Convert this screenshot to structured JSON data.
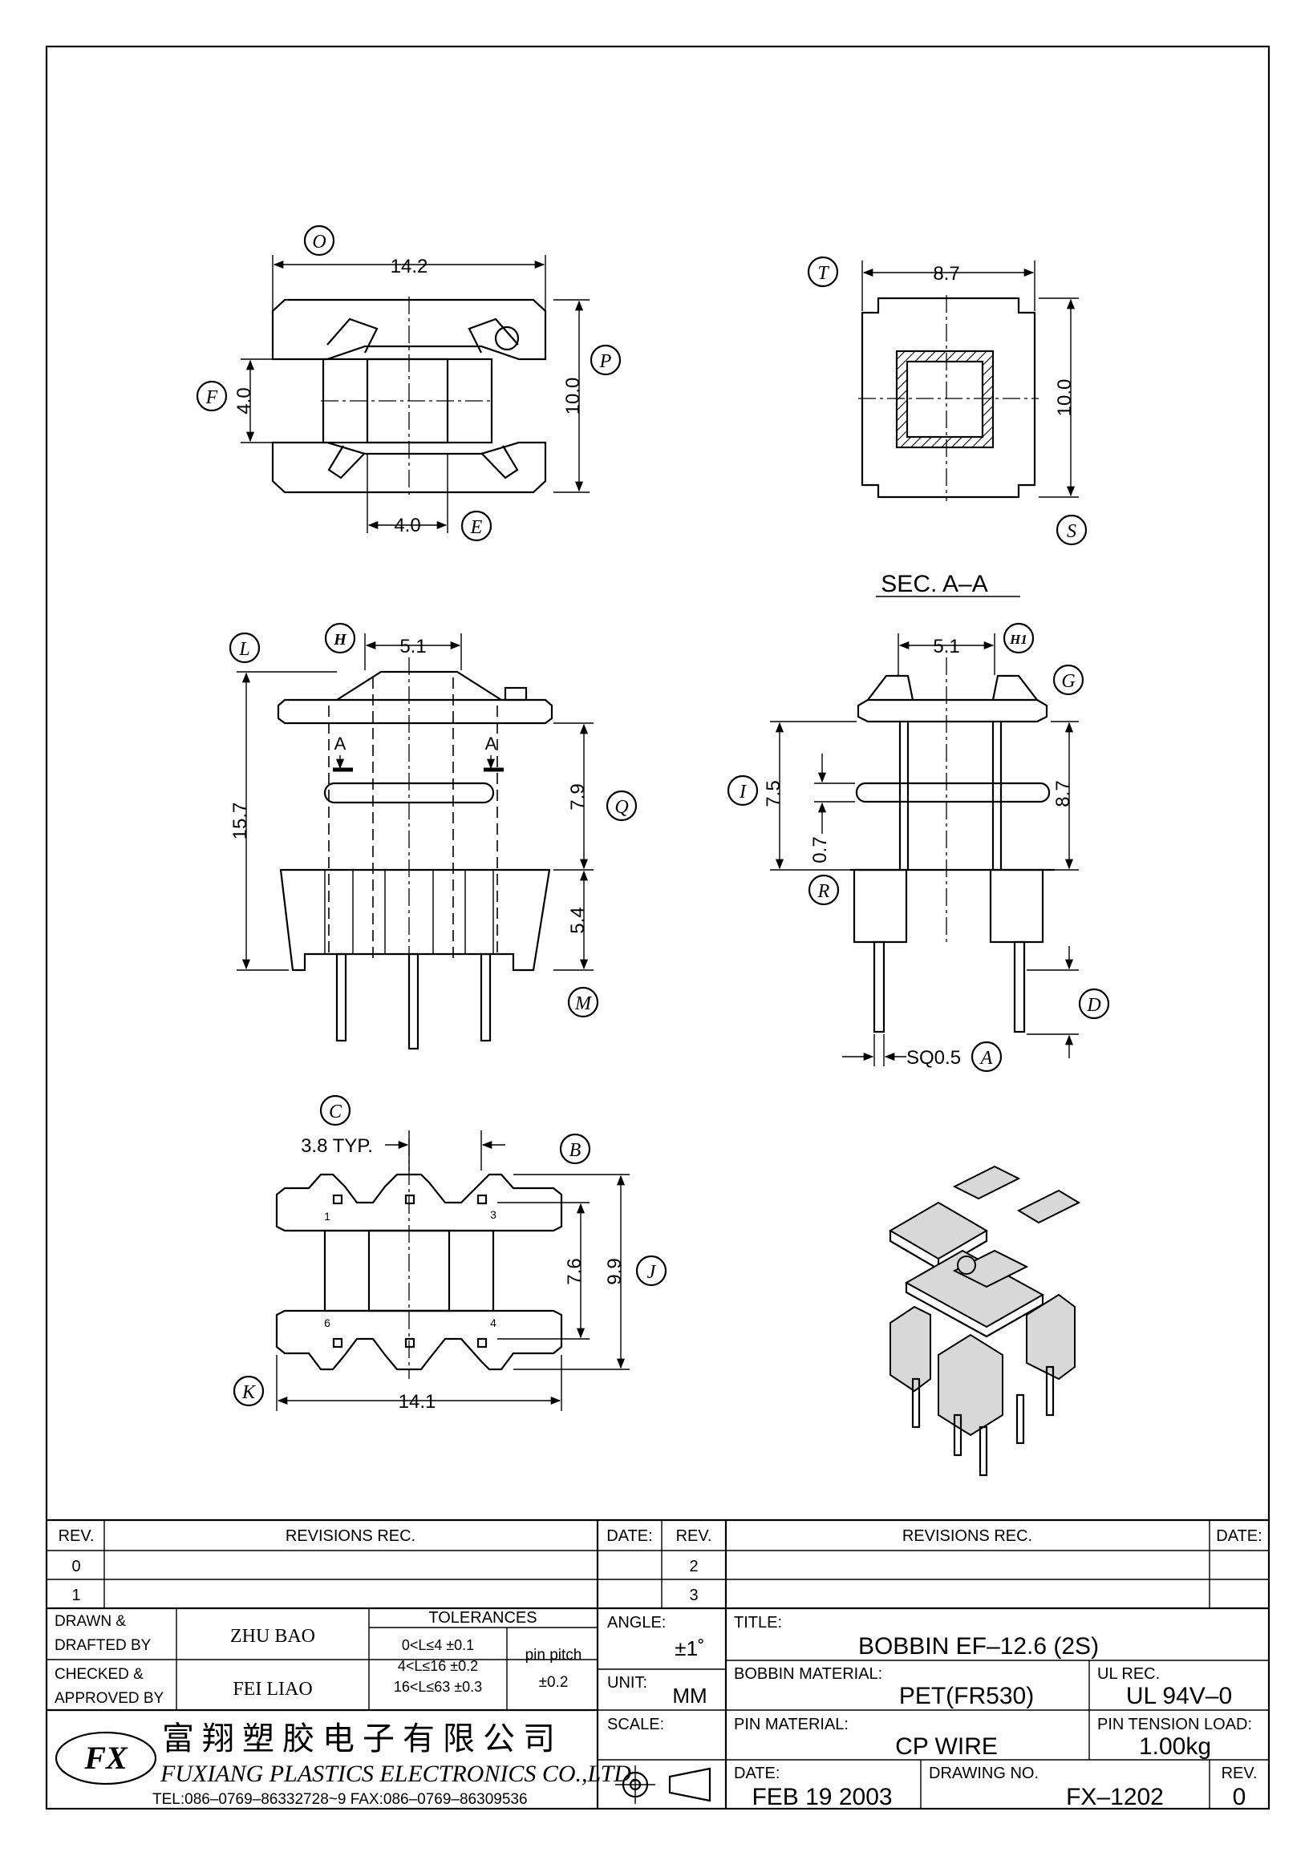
{
  "drawing": {
    "top_view": {
      "callouts": {
        "O": "O",
        "F": "F",
        "P": "P",
        "E": "E"
      },
      "dims": {
        "width": "14.2",
        "height": "10.0",
        "left_gap": "4.0",
        "bottom_gap": "4.0"
      }
    },
    "bottom_view_top_right": {
      "callouts": {
        "T": "T",
        "S": "S"
      },
      "dims": {
        "width": "8.7",
        "height": "10.0"
      }
    },
    "section_title": "SEC. A–A",
    "front_view": {
      "callouts": {
        "L": "L",
        "H": "H",
        "Q": "Q",
        "M": "M"
      },
      "dims": {
        "top": "5.1",
        "total_height": "15.7",
        "middle": "7.9",
        "lower": "5.4"
      },
      "section_marks": [
        "A",
        "A"
      ]
    },
    "section_view": {
      "callouts": {
        "H1": "H1",
        "G": "G",
        "I": "I",
        "R": "R",
        "D": "D",
        "A": "A"
      },
      "dims": {
        "top": "5.1",
        "left": "7.5",
        "thin": "0.7",
        "right": "8.7",
        "pin": "SQ0.5"
      }
    },
    "base_view": {
      "callouts": {
        "C": "C",
        "B": "B",
        "J": "J",
        "K": "K"
      },
      "dims": {
        "pitch": "3.8 TYP.",
        "inner": "7.6",
        "outer": "9.9",
        "width": "14.1"
      },
      "pin_numbers": [
        "1",
        "3",
        "6",
        "4"
      ]
    }
  },
  "title_block": {
    "revisions": {
      "headers": {
        "rev": "REV.",
        "rec": "REVISIONS   REC.",
        "date": "DATE:"
      },
      "left_rows": [
        "0",
        "1"
      ],
      "right_rows": [
        "2",
        "3"
      ]
    },
    "drawn_label": "DRAWN &\nDRAFTED BY",
    "drawn_by": "ZHU  BAO",
    "checked_label": "CHECKED &\nAPPROVED BY",
    "checked_by": "FEI LIAO",
    "tolerances": {
      "title": "TOLERANCES",
      "rows": [
        "0<L≤4   ±0.1",
        "4<L≤16  ±0.2",
        "16<L≤63  ±0.3"
      ],
      "pin_pitch_label": "pin  pitch",
      "pin_pitch_value": "±0.2"
    },
    "angle_label": "ANGLE:",
    "angle_value": "±1˚",
    "unit_label": "UNIT:",
    "unit_value": "MM",
    "scale_label": "SCALE:",
    "title_label": "TITLE:",
    "title_value": "BOBBIN  EF–12.6  (2S)",
    "bobbin_material_label": "BOBBIN  MATERIAL:",
    "bobbin_material_value": "PET(FR530)",
    "ul_rec_label": "UL  REC.",
    "ul_rec_value": "UL  94V–0",
    "pin_material_label": "PIN  MATERIAL:",
    "pin_material_value": "CP  WIRE",
    "pin_tension_label": "PIN  TENSION  LOAD:",
    "pin_tension_value": "1.00kg",
    "date_label": "DATE:",
    "date_value": "FEB  19  2003",
    "drawing_no_label": "DRAWING  NO.",
    "drawing_no_value": "FX–1202",
    "rev_label": "REV.",
    "rev_value": "0",
    "company_cn": "富 翔 塑 胶 电 子 有 限 公 司",
    "company_en": "FUXIANG  PLASTICS  ELECTRONICS  CO.,LTD.",
    "contact": "TEL:086–0769–86332728~9   FAX:086–0769–86309536",
    "logo_text": "FX"
  }
}
